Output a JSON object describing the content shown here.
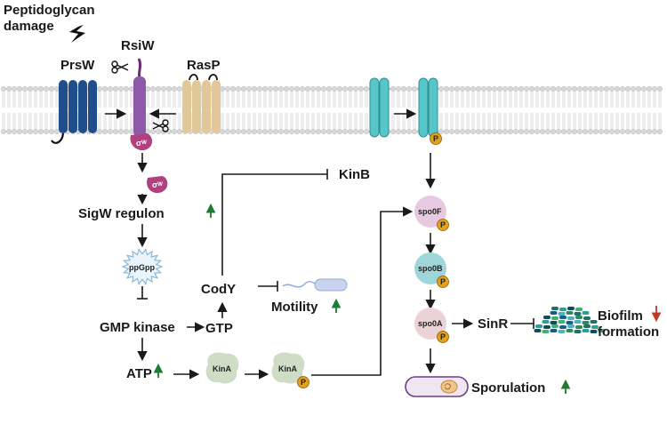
{
  "labels": {
    "damage": [
      "Peptidoglycan",
      "damage"
    ],
    "prsw": "PrsW",
    "rsiw": "RsiW",
    "rasp": "RasP",
    "sigma_bound": "σᵂ",
    "sigma_free": "σᵂ",
    "sigw_regulon": "SigW regulon",
    "ppgpp": "ppGpp",
    "gmp_kinase": "GMP kinase",
    "gtp": "GTP",
    "atp": "ATP",
    "cody": "CodY",
    "motility": "Motility",
    "kinb": "KinB",
    "kina_1": "KinA",
    "kina_2": "KinA",
    "spo0f": "spo0F",
    "spo0b": "spo0B",
    "spo0a": "spo0A",
    "sinr": "SinR",
    "biofilm": [
      "Biofilm",
      "formation"
    ],
    "sporulation": "Sporulation",
    "phospho": "P"
  },
  "colors": {
    "up_arrow": "#1e7b34",
    "down_arrow": "#c0392b",
    "prsw": "#1f4e8c",
    "rsiw": "#8e5aa8",
    "rasp": "#e2c79a",
    "sigma": "#b0407e",
    "kinase_membrane": "#57c6c9",
    "phospho": "#e3a21a"
  }
}
